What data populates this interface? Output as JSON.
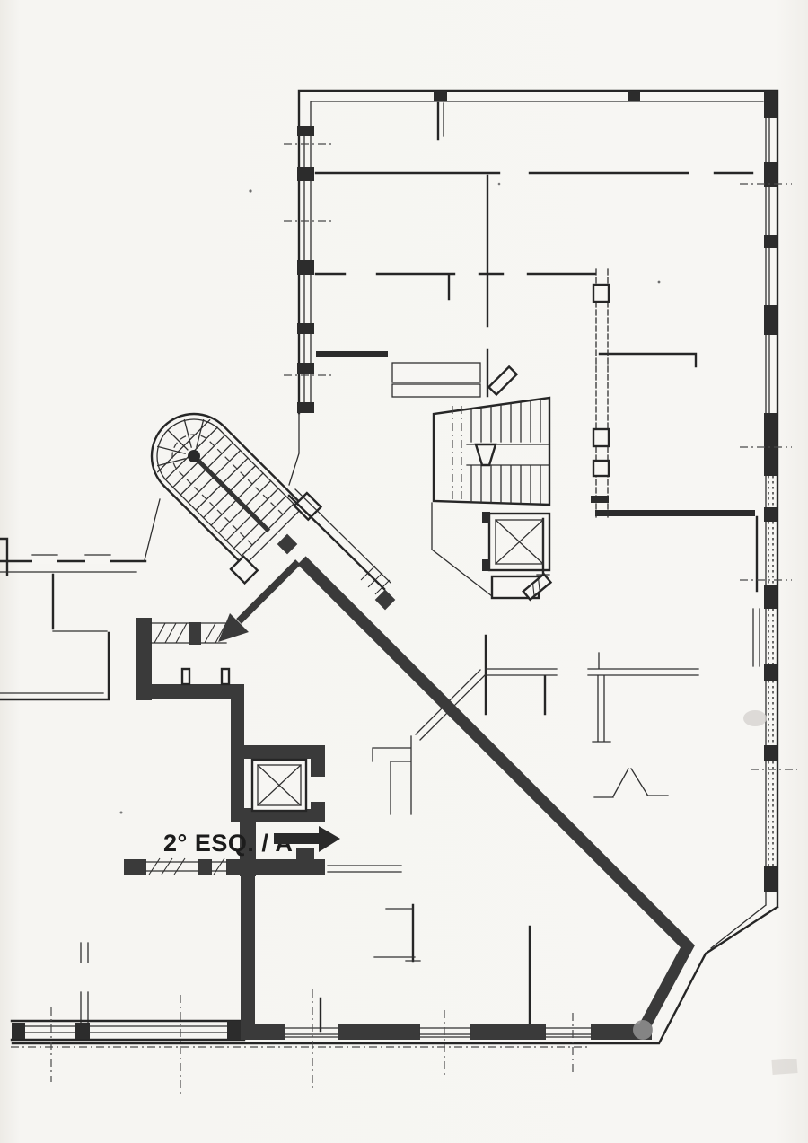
{
  "plan": {
    "unit_label": "2° ESQ. / A",
    "arrow_direction": "right",
    "colors": {
      "paper": "#f7f6f3",
      "thin_line": "#262626",
      "thick_wall": "#3a3a3a",
      "corner_marker_dot": "#8d8d8d"
    },
    "features": [
      "building-exterior-walls",
      "interior-partitions",
      "oval-service-stair",
      "main-staircase",
      "main-elevator-shaft",
      "apartment-elevator-shaft",
      "highlighted-apartment-walls",
      "entrance-arrow",
      "unit-label-with-arrow",
      "axis-reference-lines"
    ]
  }
}
